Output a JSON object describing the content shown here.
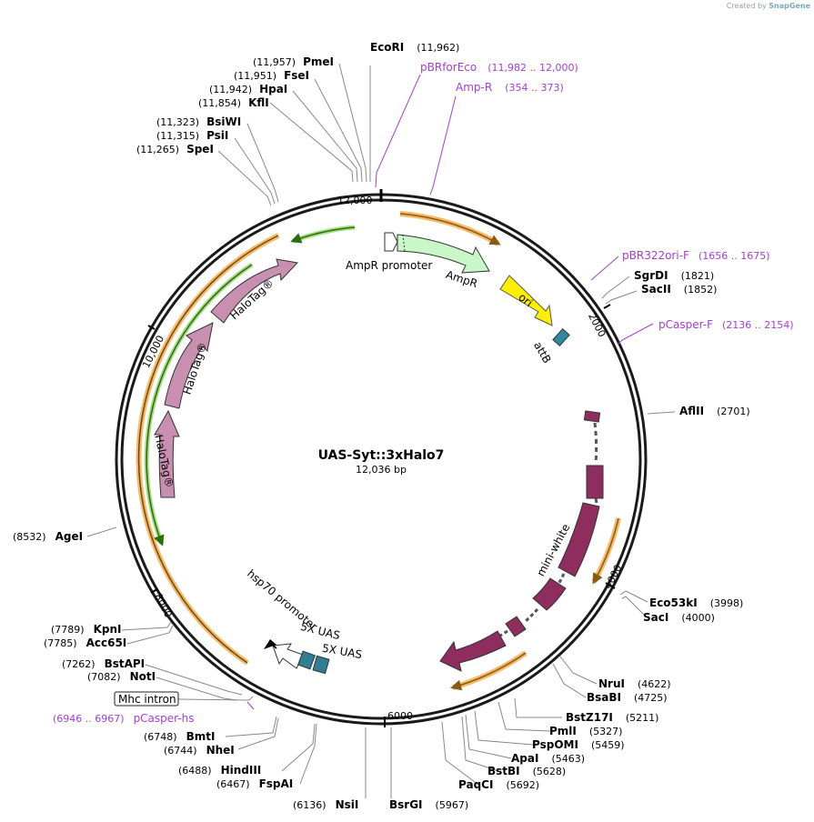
{
  "watermark": {
    "prefix": "Created by",
    "brand": "SnapGene"
  },
  "map": {
    "title": "UAS-Syt::3xHalo7",
    "length_label": "12,036 bp",
    "length": 12036,
    "ticks": [
      "12,000",
      "2000",
      "4000",
      "6000",
      "8000",
      "10,000"
    ]
  },
  "enzymes": [
    {
      "name": "EcoRI",
      "pos": "(11,962)"
    },
    {
      "name": "PmeI",
      "pos": "(11,957)"
    },
    {
      "name": "FseI",
      "pos": "(11,951)"
    },
    {
      "name": "HpaI",
      "pos": "(11,942)"
    },
    {
      "name": "KflI",
      "pos": "(11,854)"
    },
    {
      "name": "BsiWI",
      "pos": "(11,323)"
    },
    {
      "name": "PsiI",
      "pos": "(11,315)"
    },
    {
      "name": "SpeI",
      "pos": "(11,265)"
    },
    {
      "name": "SgrDI",
      "pos": "(1821)"
    },
    {
      "name": "SacII",
      "pos": "(1852)"
    },
    {
      "name": "AflII",
      "pos": "(2701)"
    },
    {
      "name": "Eco53kI",
      "pos": "(3998)"
    },
    {
      "name": "SacI",
      "pos": "(4000)"
    },
    {
      "name": "NruI",
      "pos": "(4622)"
    },
    {
      "name": "BsaBI",
      "pos": "(4725)"
    },
    {
      "name": "BstZ17I",
      "pos": "(5211)"
    },
    {
      "name": "PmlI",
      "pos": "(5327)"
    },
    {
      "name": "PspOMI",
      "pos": "(5459)"
    },
    {
      "name": "ApaI",
      "pos": "(5463)"
    },
    {
      "name": "BstBI",
      "pos": "(5628)"
    },
    {
      "name": "PaqCI",
      "pos": "(5692)"
    },
    {
      "name": "BsrGI",
      "pos": "(5967)"
    },
    {
      "name": "NsiI",
      "pos": "(6136)"
    },
    {
      "name": "FspAI",
      "pos": "(6467)"
    },
    {
      "name": "HindIII",
      "pos": "(6488)"
    },
    {
      "name": "NheI",
      "pos": "(6744)"
    },
    {
      "name": "BmtI",
      "pos": "(6748)"
    },
    {
      "name": "NotI",
      "pos": "(7082)"
    },
    {
      "name": "BstAPI",
      "pos": "(7262)"
    },
    {
      "name": "Acc65I",
      "pos": "(7785)"
    },
    {
      "name": "KpnI",
      "pos": "(7789)"
    },
    {
      "name": "AgeI",
      "pos": "(8532)"
    }
  ],
  "primers": [
    {
      "name": "pBRforEco",
      "range": "(11,982 .. 12,000)"
    },
    {
      "name": "Amp-R",
      "range": "(354 .. 373)"
    },
    {
      "name": "pBR322ori-F",
      "range": "(1656 .. 1675)"
    },
    {
      "name": "pCasper-F",
      "range": "(2136 .. 2154)"
    },
    {
      "name": "pCasper-hs",
      "range": "(6946 .. 6967)"
    }
  ],
  "features": {
    "ampr_promoter": "AmpR promoter",
    "ampr": "AmpR",
    "ori": "ori",
    "attb": "attB",
    "mini_white": "mini-white",
    "hsp70_promoter": "hsp70 promoter",
    "uas1": "5X UAS",
    "uas2": "5X UAS",
    "mhc_intron": "Mhc intron",
    "halotag1": "HaloTag®",
    "halotag2": "HaloTag®",
    "halotag3": "HaloTag®"
  },
  "colors": {
    "backbone": "#222222",
    "primer": "#a33cd6",
    "ampr": "#c9f7c9",
    "ori": "#ffef00",
    "attb": "#2f8aa0",
    "mini_white": "#8e2d5e",
    "halotag": "#c98fb0",
    "uas": "#2f7f93",
    "orf_orange": "#f5ad4c",
    "orf_green": "#4caa1f"
  }
}
